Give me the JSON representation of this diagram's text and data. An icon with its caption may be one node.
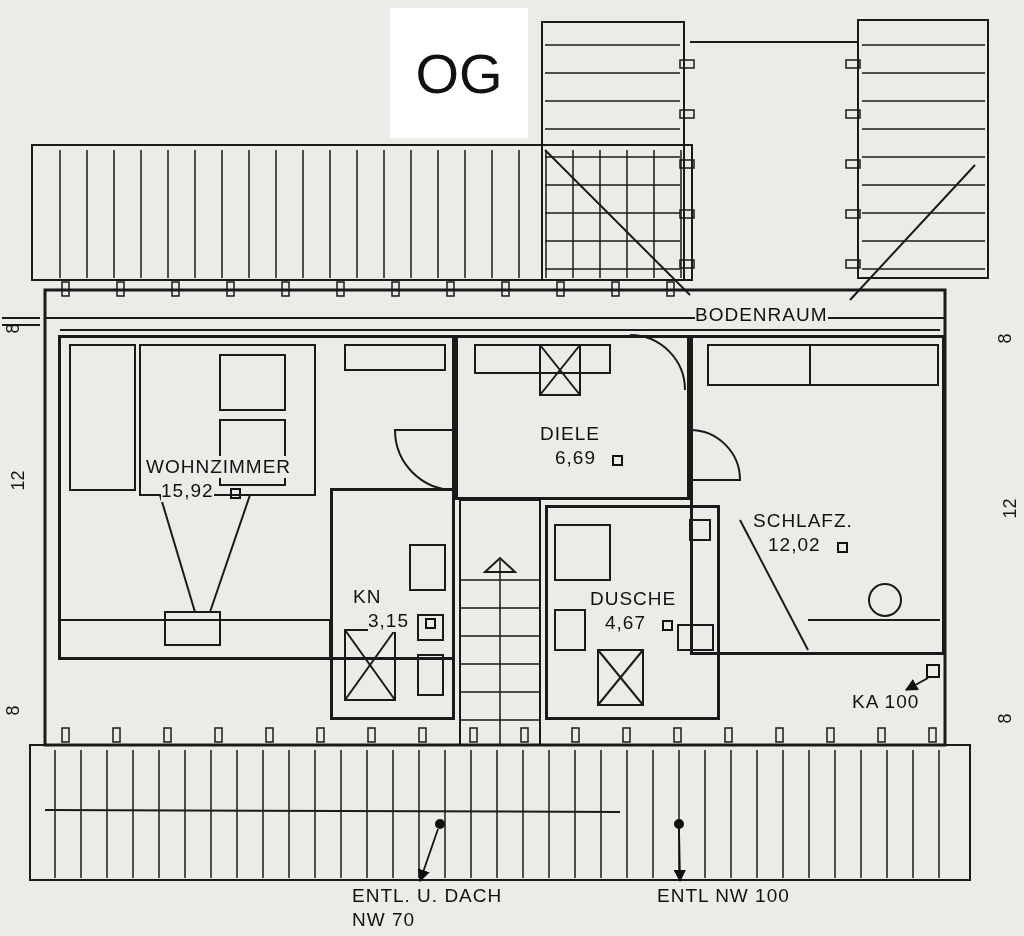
{
  "diagram": {
    "title": "OG",
    "nodes": [
      {
        "text": [
          "WOHNZIMMER",
          "15,92"
        ]
      },
      {
        "text": [
          "DIELE",
          "6,69"
        ]
      },
      {
        "text": [
          "KN",
          "3,15"
        ]
      },
      {
        "text": [
          "DUSCHE",
          "4,67"
        ]
      },
      {
        "text": [
          "SCHLAFZ.",
          "12,02"
        ]
      },
      {
        "text": [
          "KA 100"
        ]
      },
      {
        "text": [],
        "shape": "box"
      },
      {
        "text": [
          "ENTL. U. DACH NW 70"
        ]
      },
      {
        "text": [],
        "shape": "circle"
      },
      {
        "text": [
          "ENTL NW 100"
        ]
      },
      {
        "text": [],
        "shape": "circle"
      }
    ],
    "edges": [
      {
        "from": 6,
        "to": 5,
        "arrow": "to"
      },
      {
        "from": 8,
        "to": 7,
        "arrow": "to"
      },
      {
        "from": 10,
        "to": 9,
        "arrow": "to"
      }
    ],
    "labels": [
      "BODENRAUM",
      "8",
      "12",
      "8",
      "8",
      "12",
      "8"
    ]
  }
}
